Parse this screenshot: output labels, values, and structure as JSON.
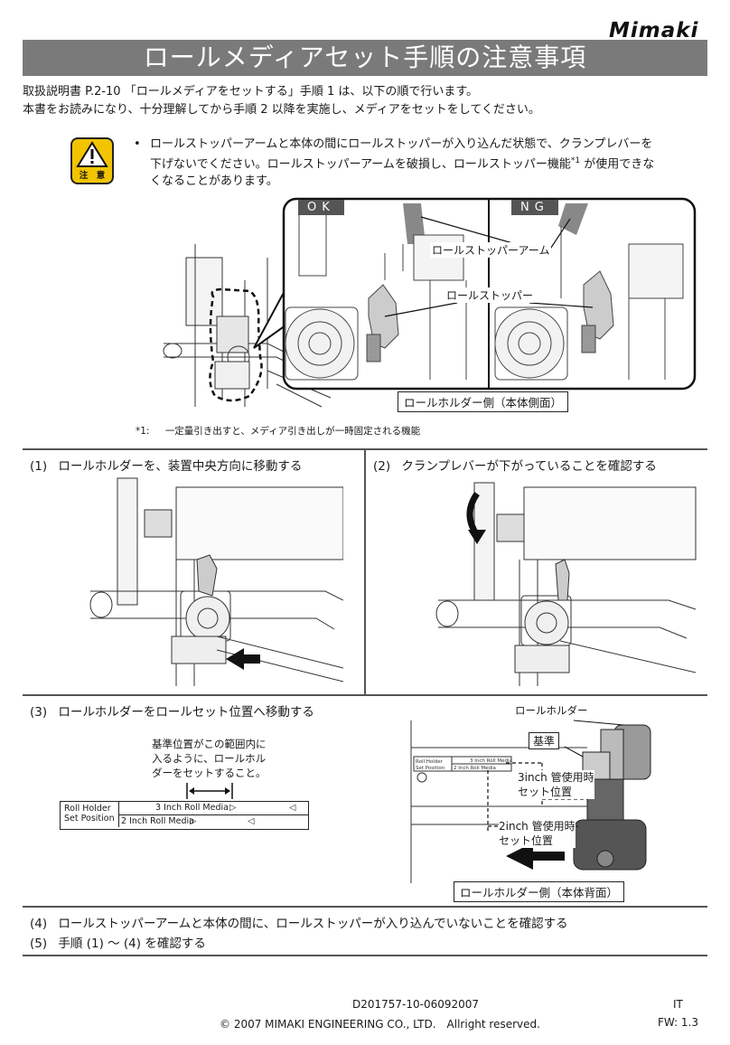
{
  "brand": "Mimaki",
  "title": "ロールメディアセット手順の注意事項",
  "intro": [
    "取扱説明書 P.2-10 「ロールメディアをセットする」手順 1 は、以下の順で行います。",
    "本書をお読みになり、十分理解してから手順 2 以降を実施し、メディアをセットをしてください。"
  ],
  "caution": {
    "icon_label": "注　意",
    "text_line1": "ロールストッパーアームと本体の間にロールストッパーが入り込んだ状態で、クランプレバーを",
    "text_line2": "下げないでください。ロールストッパーアームを破損し、ロールストッパー機能",
    "text_sup": "*1",
    "text_line2b": " が使用できな",
    "text_line3": "くなることがあります。"
  },
  "figure_top": {
    "ok": "OK",
    "ng": "NG",
    "label_arm": "ロールストッパーアーム",
    "label_stopper": "ロールストッパー",
    "caption": "ロールホルダー側（本体側面）"
  },
  "footnote": {
    "mark": "*1:",
    "text": "一定量引き出すと、メディア引き出しが一時固定される機能"
  },
  "steps": [
    {
      "num": "(1)",
      "text": "ロールホルダーを、装置中央方向に移動する"
    },
    {
      "num": "(2)",
      "text": "クランプレバーが下がっていることを確認する"
    },
    {
      "num": "(3)",
      "text": "ロールホルダーをロールセット位置へ移動する"
    },
    {
      "num": "(4)",
      "text": "ロールストッパーアームと本体の間に、ロールストッパーが入り込んでいないことを確認する"
    },
    {
      "num": "(5)",
      "text": "手順 (1) ～ (4) を確認する"
    }
  ],
  "step3": {
    "note": [
      "基準位置がこの範囲内に",
      "入るように、ロールホル",
      "ダーをセットすること。"
    ],
    "scale_title1": "Roll Holder",
    "scale_title2": "Set Position",
    "scale_row1": "3 Inch Roll Media",
    "scale_row2": "2 Inch Roll Media",
    "label_holder": "ロールホルダー",
    "label_ref": "基準",
    "label_3inch_a": "3inch 管使用時",
    "label_3inch_b": "セット位置",
    "label_2inch_a": "2inch 管使用時",
    "label_2inch_b": "セット位置",
    "caption": "ロールホルダー側（本体背面）"
  },
  "footer": {
    "doc_id": "D201757-10-06092007",
    "copyright": "© 2007 MIMAKI ENGINEERING CO., LTD.　Allright reserved.",
    "lang": "IT",
    "fw": "FW: 1.3"
  }
}
